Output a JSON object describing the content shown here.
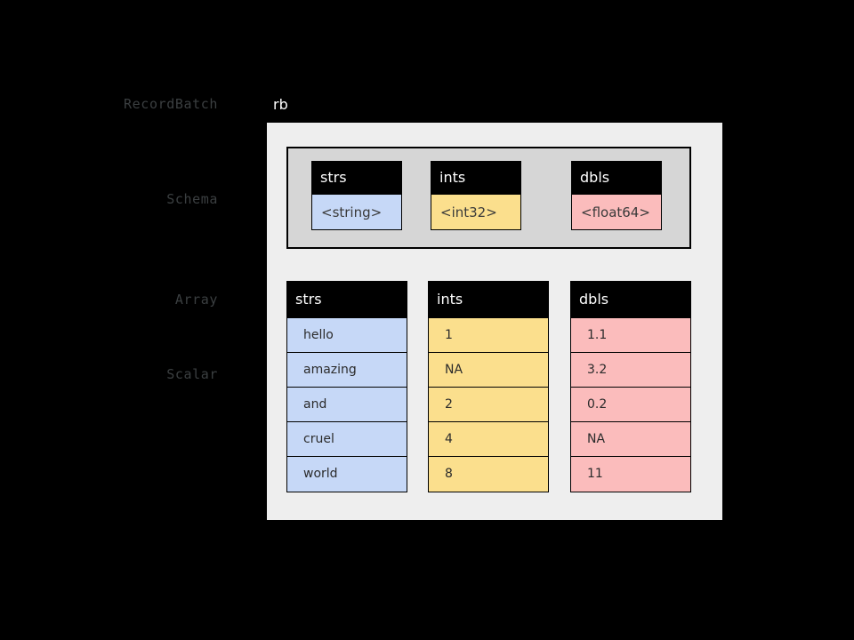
{
  "diagram": {
    "side_labels": {
      "recordbatch": "RecordBatch",
      "schema": "Schema",
      "array": "Array",
      "scalar": "Scalar"
    },
    "record_batch_name": "rb",
    "schema": {
      "fields": [
        {
          "name": "strs",
          "type": "<string>"
        },
        {
          "name": "ints",
          "type": "<int32>"
        },
        {
          "name": "dbls",
          "type": "<float64>"
        }
      ]
    },
    "arrays": [
      {
        "name": "strs",
        "values": [
          "hello",
          "amazing",
          "and",
          "cruel",
          "world"
        ]
      },
      {
        "name": "ints",
        "values": [
          "1",
          "NA",
          "2",
          "4",
          "8"
        ]
      },
      {
        "name": "dbls",
        "values": [
          "1.1",
          "3.2",
          "0.2",
          "NA",
          "11"
        ]
      }
    ],
    "colors": {
      "background": "#000000",
      "container": "#eeeeee",
      "schema_box": "#d6d6d6",
      "string": "#c6d8f7",
      "int": "#fbdf8d",
      "float": "#fbbcbc",
      "header": "#000000",
      "side_label_text": "#3b3f41"
    }
  }
}
